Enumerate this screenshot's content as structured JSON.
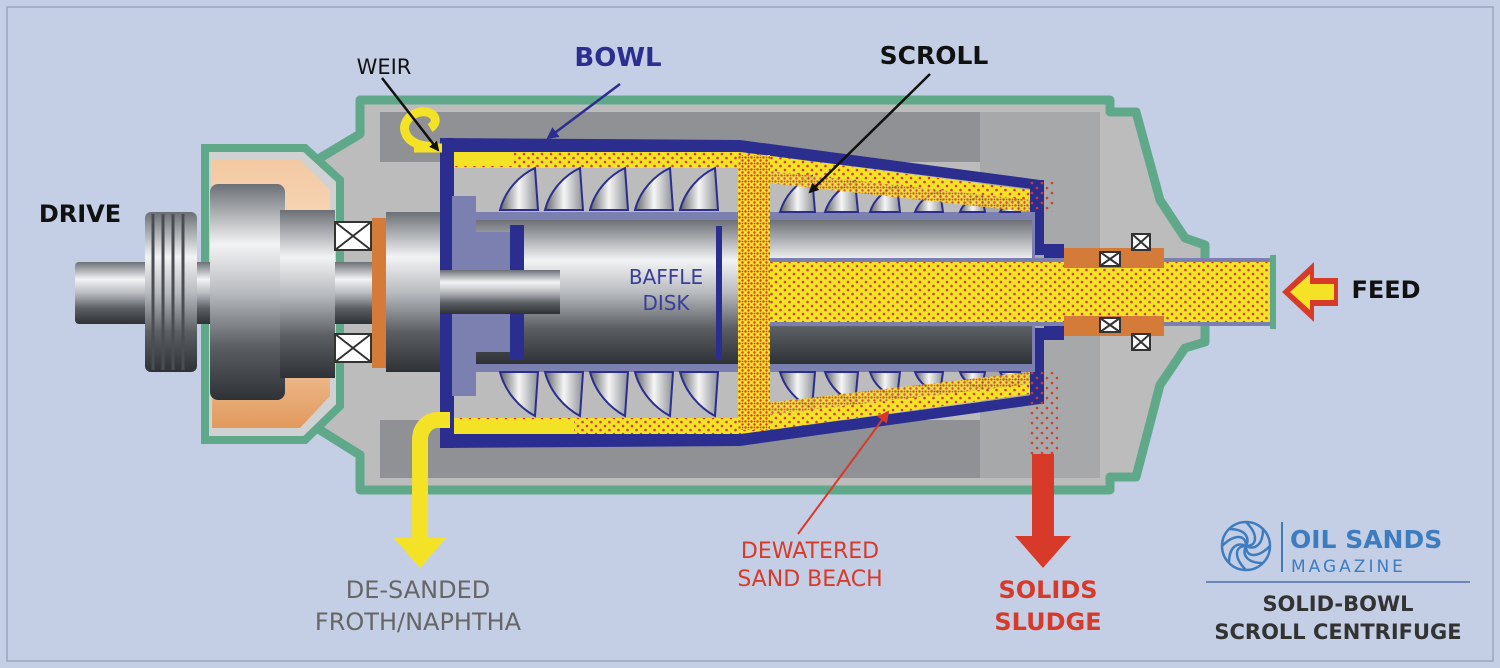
{
  "labels": {
    "weir": "WEIR",
    "bowl": "BOWL",
    "scroll": "SCROLL",
    "drive": "DRIVE",
    "feed": "FEED",
    "baffle_disk_line1": "BAFFLE",
    "baffle_disk_line2": "DISK",
    "outlet_froth_line1": "DE-SANDED",
    "outlet_froth_line2": "FROTH/NAPHTHA",
    "beach_line1": "DEWATERED",
    "beach_line2": "SAND BEACH",
    "solids_line1": "SOLIDS",
    "solids_line2": "SLUDGE"
  },
  "brand": {
    "name_line1": "OIL SANDS",
    "name_line2": "MAGAZINE"
  },
  "caption": {
    "line1": "SOLID-BOWL",
    "line2": "SCROLL CENTRIFUGE"
  },
  "colors": {
    "background": "#c4cfe6",
    "housing": "#5fa98a",
    "bowl": "#2b2e8f",
    "froth": "#f4e227",
    "sand": "#d83a2a",
    "steel_dark": "#3b3f45",
    "steel_light": "#e4e6e8",
    "brand_blue": "#3d7cbf",
    "label_grey": "#666666"
  }
}
